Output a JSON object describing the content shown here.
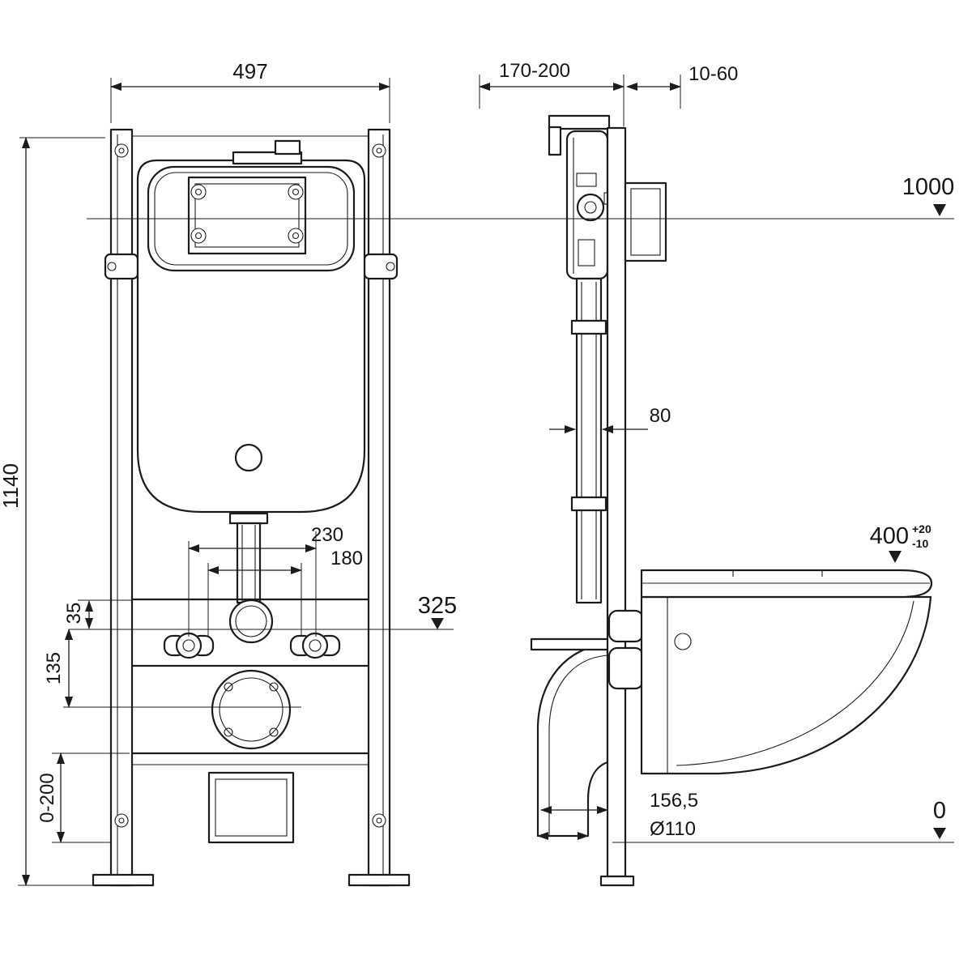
{
  "drawing": {
    "background": "#ffffff",
    "line_color": "#1c1c1c"
  },
  "front": {
    "width": "497",
    "height": "1140",
    "bolt_span_outer": "230",
    "bolt_span_inner": "180",
    "offset_35": "35",
    "offset_135": "135",
    "foot_range": "0-200",
    "level_325": "325"
  },
  "side": {
    "depth_range": "170-200",
    "wall_gap": "10-60",
    "level_1000": "1000",
    "pipe_offset": "80",
    "bowl_height": "400",
    "bowl_tol_plus": "+20",
    "bowl_tol_minus": "-10",
    "drain_offset": "156,5",
    "drain_diameter": "Ø110",
    "level_floor": "0"
  }
}
